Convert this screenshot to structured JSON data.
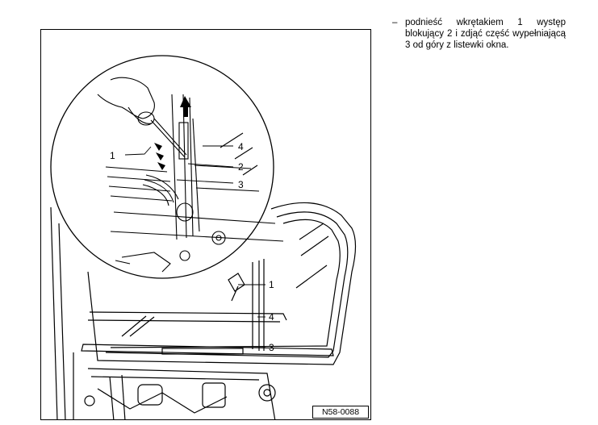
{
  "instruction": {
    "bullet": "–",
    "text": "podnieść wkrętakiem 1 występ blokujący 2 i zdjąć część wypełniającą 3 od góry z listewki okna."
  },
  "figure": {
    "code": "N58-0088",
    "callouts_detail": [
      "1",
      "4",
      "2",
      "3"
    ],
    "callouts_main": [
      "1",
      "4",
      "3"
    ]
  }
}
